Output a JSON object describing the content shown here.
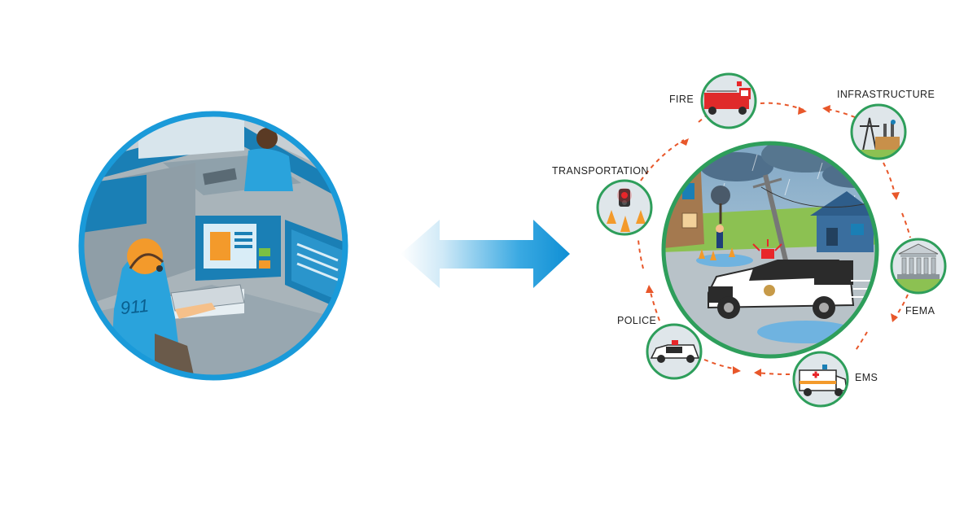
{
  "dispatcher": {
    "shirt_text": "911"
  },
  "exchange_arrow": {
    "color": "#1a9ad9"
  },
  "response_network": {
    "ring_color": "#2e9e5b",
    "cycle_arrow_color": "#e8572a",
    "agencies": [
      {
        "label": "FIRE",
        "icon": "fire-truck-icon"
      },
      {
        "label": "INFRASTRUCTURE",
        "icon": "power-tower-icon"
      },
      {
        "label": "TRANSPORTATION",
        "icon": "traffic-light-icon"
      },
      {
        "label": "FEMA",
        "icon": "government-building-icon"
      },
      {
        "label": "POLICE",
        "icon": "police-car-icon"
      },
      {
        "label": "EMS",
        "icon": "ambulance-icon"
      }
    ]
  },
  "colors": {
    "dispatch_border": "#1a9ad9",
    "accent_orange": "#f39a2b"
  }
}
